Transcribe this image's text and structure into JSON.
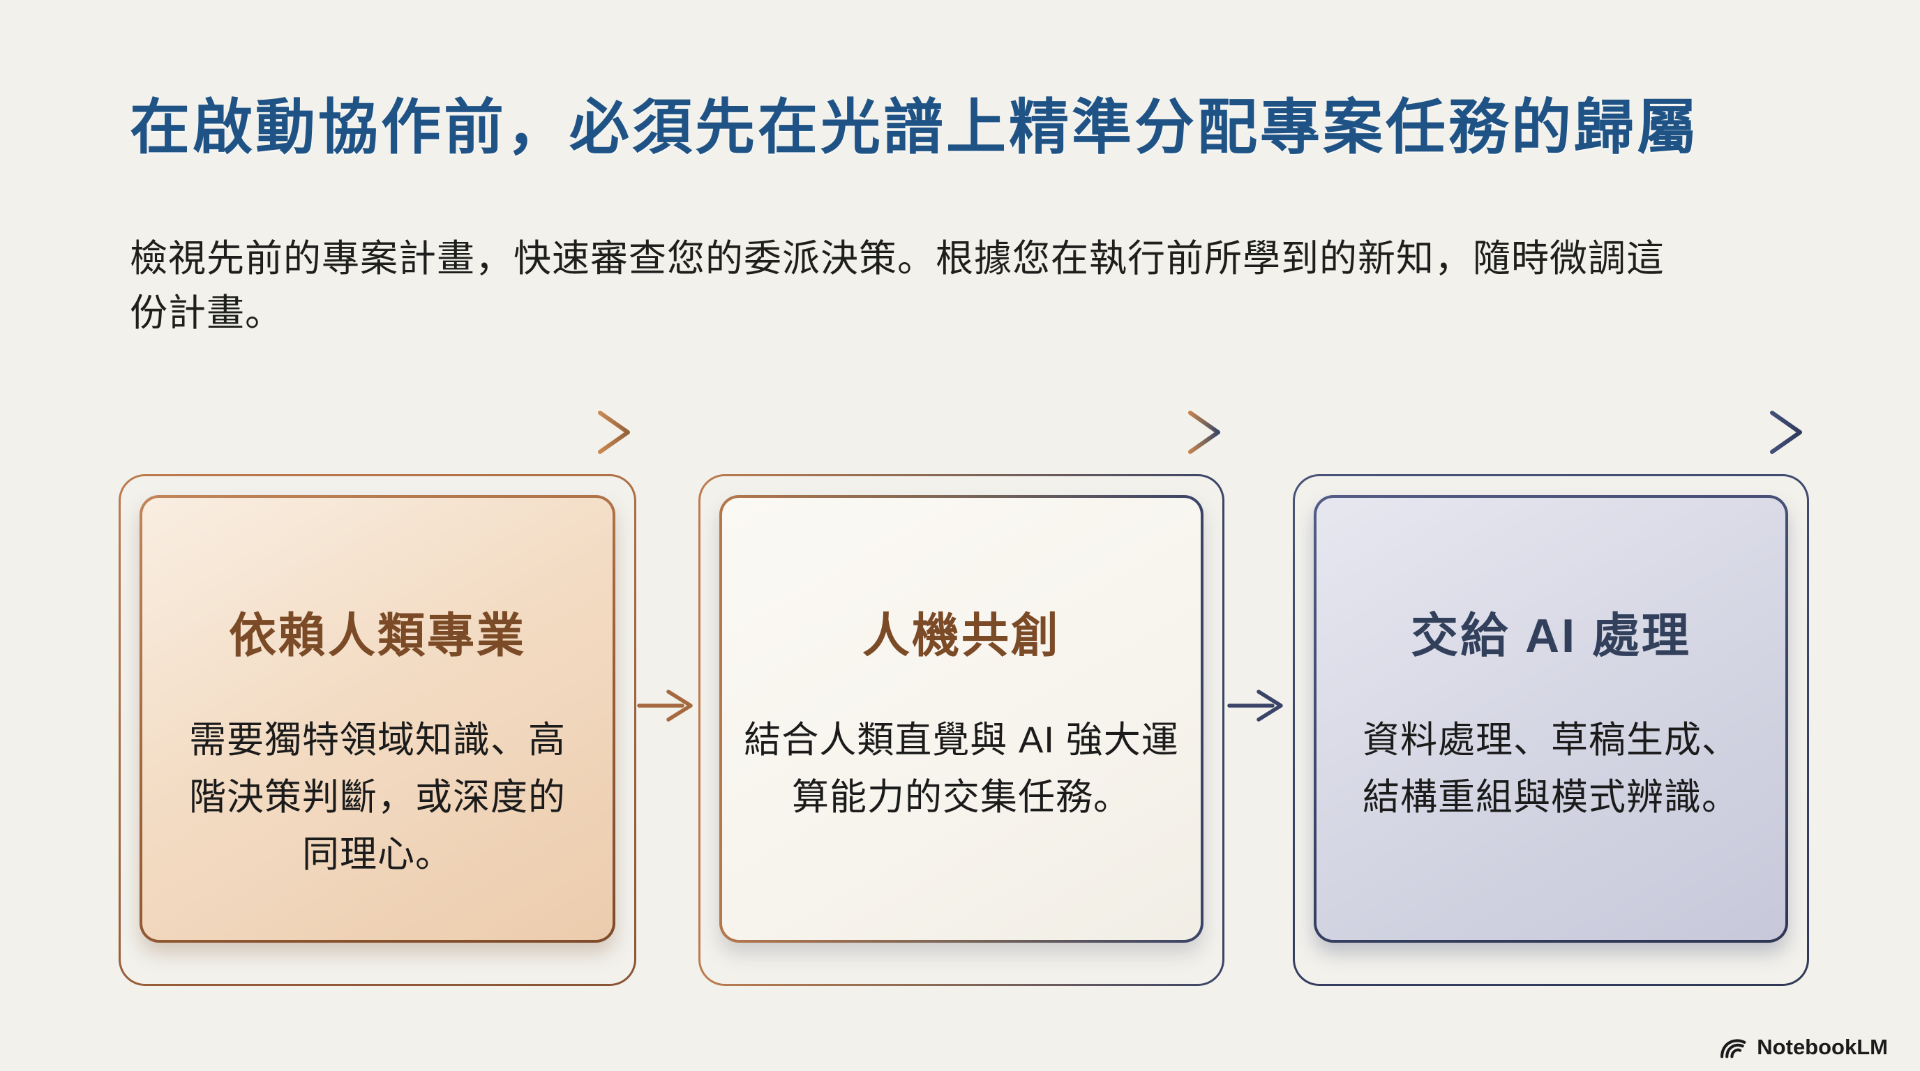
{
  "slide": {
    "title": "在啟動協作前，必須先在光譜上精準分配專案任務的歸屬",
    "subtitle": "檢視先前的專案計畫，快速審查您的委派決策。根據您在執行前所學到的新知，隨時微調這份計畫。",
    "cards": [
      {
        "theme": "human",
        "title": "依賴人類專業",
        "body": "需要獨特領域知識、高階決策判斷，或深度的同理心。"
      },
      {
        "theme": "hybrid",
        "title": "人機共創",
        "body": "結合人類直覺與 AI 強大運算能力的交集任務。"
      },
      {
        "theme": "ai",
        "title": "交給 AI 處理",
        "body": "資料處理、草稿生成、結構重組與模式辨識。"
      }
    ],
    "branding": {
      "label": "NotebookLM"
    },
    "colors": {
      "background": "#f2f1ec",
      "title_blue": "#1f5385",
      "copper": "#a5683f",
      "navy": "#3a4468",
      "card_title_brown": "#7b4a26",
      "card_title_navy": "#33405c",
      "body_text": "#1b1b1b"
    }
  }
}
